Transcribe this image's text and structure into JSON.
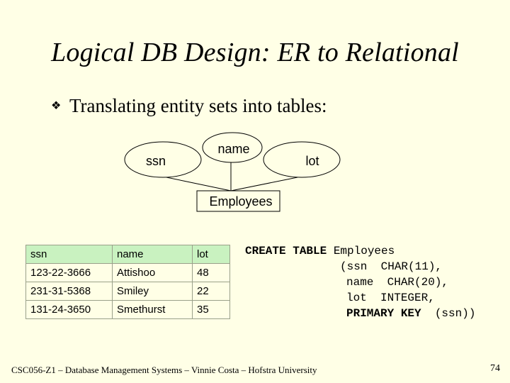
{
  "slide": {
    "title": "Logical DB Design: ER to Relational",
    "bullet": "Translating entity sets into tables:"
  },
  "er": {
    "attributes": [
      "ssn",
      "name",
      "lot"
    ],
    "entity": "Employees"
  },
  "table": {
    "columns": [
      "ssn",
      "name",
      "lot"
    ],
    "rows": [
      [
        "123-22-3666",
        "Attishoo",
        "48"
      ],
      [
        "231-31-5368",
        "Smiley",
        "22"
      ],
      [
        "131-24-3650",
        "Smethurst",
        "35"
      ]
    ],
    "header_color": "#c9f2c0"
  },
  "sql": {
    "kw_create": "CREATE TABLE",
    "table_name": " Employees",
    "line2": "(ssn  CHAR(11),",
    "line3": "name  CHAR(20),",
    "line4": "lot  INTEGER,",
    "kw_primary": "PRIMARY KEY",
    "line5_rest": "  (ssn))"
  },
  "footer": {
    "text": "CSC056-Z1 – Database Management Systems – Vinnie Costa – Hofstra University",
    "page": "74"
  },
  "colors": {
    "background": "#ffffe6",
    "table_header": "#c9f2c0"
  }
}
